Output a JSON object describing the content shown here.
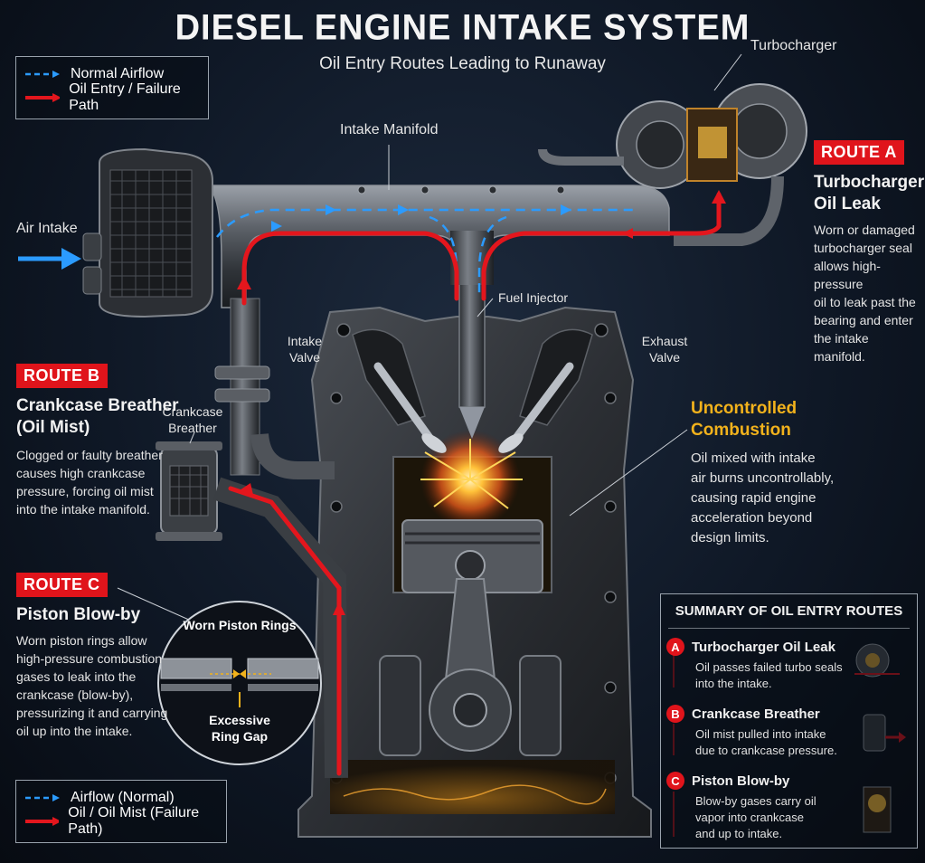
{
  "title": "DIESEL ENGINE INTAKE SYSTEM",
  "subtitle": "Oil Entry Routes Leading to Runaway",
  "legend_top": {
    "normal": "Normal Airflow",
    "oil": "Oil Entry / Failure Path"
  },
  "legend_bottom": {
    "normal": "Airflow (Normal)",
    "oil": "Oil / Oil Mist (Failure Path)"
  },
  "labels": {
    "turbocharger": "Turbocharger",
    "intake_manifold": "Intake Manifold",
    "air_intake": "Air Intake",
    "fuel_injector": "Fuel Injector",
    "intake_valve_1": "Intake",
    "intake_valve_2": "Valve",
    "exhaust_valve_1": "Exhaust",
    "exhaust_valve_2": "Valve",
    "crankcase_breather_1": "Crankcase",
    "crankcase_breather_2": "Breather",
    "worn_piston_rings": "Worn Piston Rings",
    "excessive_1": "Excessive",
    "excessive_2": "Ring Gap"
  },
  "route_a": {
    "badge": "ROUTE A",
    "head_1": "Turbocharger",
    "head_2": "Oil Leak",
    "text": [
      "Worn or damaged",
      "turbocharger seal",
      "allows high-pressure",
      "oil to leak past the",
      "bearing and enter",
      "the intake manifold."
    ]
  },
  "route_b": {
    "badge": "ROUTE B",
    "head_1": "Crankcase Breather",
    "head_2": "(Oil Mist)",
    "text": [
      "Clogged or faulty breather",
      "causes high crankcase",
      "pressure, forcing oil mist",
      "into the intake manifold."
    ]
  },
  "route_c": {
    "badge": "ROUTE C",
    "head": "Piston Blow-by",
    "text": [
      "Worn piston rings allow",
      "high-pressure combustion",
      "gases to leak into the",
      "crankcase (blow-by),",
      "pressurizing it and carrying",
      "oil up into the intake."
    ]
  },
  "uncontrolled": {
    "head_1": "Uncontrolled",
    "head_2": "Combustion",
    "text": [
      "Oil mixed with intake",
      "air burns uncontrollably,",
      "causing rapid engine",
      "acceleration beyond",
      "design limits."
    ]
  },
  "summary": {
    "title": "SUMMARY OF OIL ENTRY ROUTES",
    "items": [
      {
        "letter": "A",
        "head": "Turbocharger Oil Leak",
        "text_1": "Oil passes failed turbo seals",
        "text_2": "into the intake."
      },
      {
        "letter": "B",
        "head": "Crankcase Breather",
        "text_1": "Oil mist pulled into intake",
        "text_2": "due to crankcase pressure."
      },
      {
        "letter": "C",
        "head": "Piston Blow-by",
        "text_1": "Blow-by gases carry oil",
        "text_2": "vapor into crankcase",
        "text_3": "and up to intake."
      }
    ]
  },
  "colors": {
    "airflow": "#2b9bff",
    "oil": "#e3161d",
    "accent": "#f2b21c"
  }
}
